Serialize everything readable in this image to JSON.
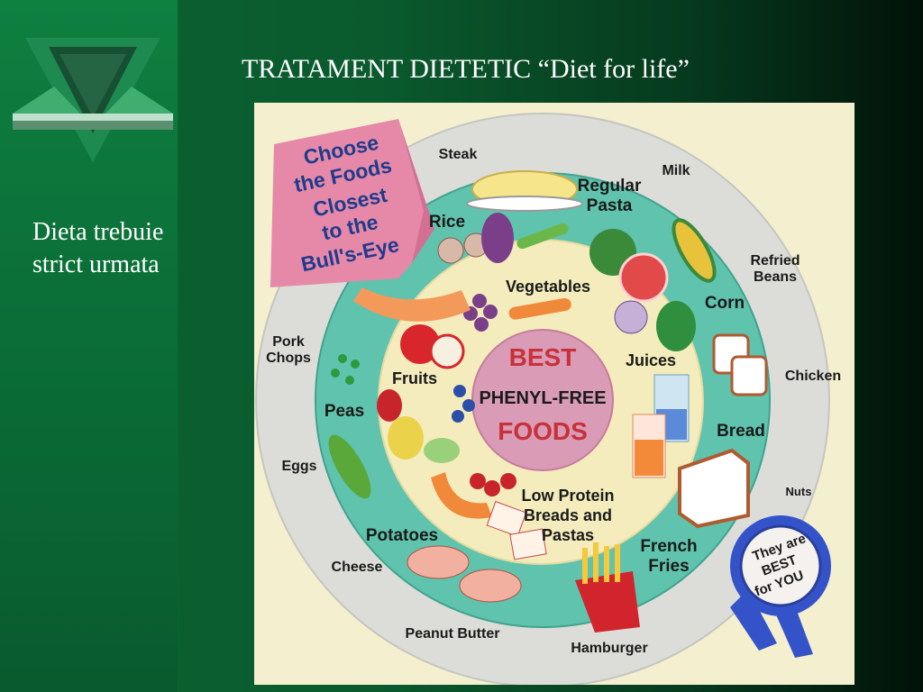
{
  "slide": {
    "title": "TRATAMENT DIETETIC   “Diet for life”",
    "side_text": [
      "Dieta trebuie",
      "strict urmata"
    ]
  },
  "diagram": {
    "arrow_text": [
      "Choose",
      "the Foods",
      "Closest",
      "to the",
      "Bull's-Eye"
    ],
    "center": {
      "top": "BEST",
      "middle": "PHENYL-FREE",
      "bottom": "FOODS"
    },
    "inner_ring_labels": {
      "vegetables": "Vegetables",
      "fruits": "Fruits",
      "juices": "Juices",
      "low_protein": [
        "Low Protein",
        "Breads and",
        "Pastas"
      ]
    },
    "middle_ring_labels": {
      "rice": "Rice",
      "regular_pasta": [
        "Regular",
        "Pasta"
      ],
      "corn": "Corn",
      "bread": "Bread",
      "french_fries": [
        "French",
        "Fries"
      ],
      "potatoes": "Potatoes",
      "eggs": "Eggs",
      "peas": "Peas"
    },
    "outer_ring_labels": {
      "steak": "Steak",
      "milk": "Milk",
      "refried_beans": [
        "Refried",
        "Beans"
      ],
      "chicken": "Chicken",
      "nuts": "Nuts",
      "hamburger": "Hamburger",
      "peanut_butter": "Peanut Butter",
      "cheese": "Cheese",
      "pork_chops": [
        "Pork",
        "Chops"
      ]
    },
    "ribbon_text": [
      "They are",
      "BEST",
      "for YOU"
    ]
  },
  "colors": {
    "background_green": "#0a5a2e",
    "poster_bg": "#f3efcf",
    "outer_ring": "#dcdcd8",
    "middle_ring": "#5fc3ad",
    "inner_ring": "#f4ecbc",
    "center": "#d99bb5",
    "center_text_red": "#c8303a",
    "arrow_pink": "#e689a8",
    "ribbon_blue": "#3553c9"
  }
}
